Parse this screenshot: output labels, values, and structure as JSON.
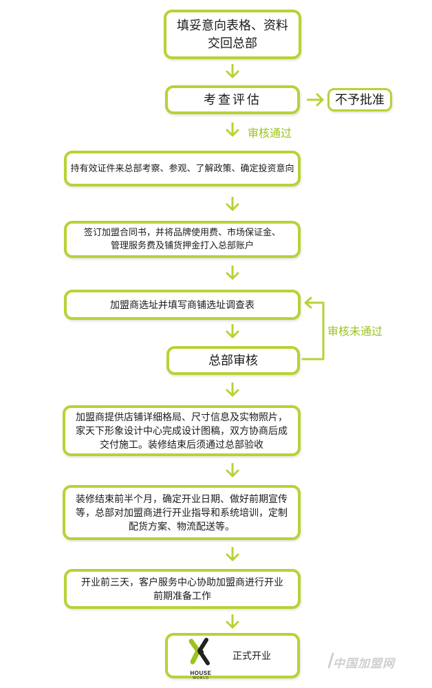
{
  "steps": {
    "s1": {
      "l1": "填妥意向表格、资料",
      "l2": "交回总部"
    },
    "s2": "考查评估",
    "reject": "不予批准",
    "approved": "审核通过",
    "s3": "持有效证件来总部考察、参观、了解政策、确定投资意向",
    "s4": {
      "l1": "签订加盟合同书，并将品牌使用费、市场保证金、",
      "l2": "管理服务费及铺货押金打入总部账户"
    },
    "s5": "加盟商选址并填写商铺选址调查表",
    "not_approved": "审核未通过",
    "s6": "总部审核",
    "s7": {
      "l1": "加盟商提供店铺详细格局、尺寸信息及实物照片，",
      "l2": "家天下形象设计中心完成设计图稿，双方协商后成",
      "l3": "交付施工。装修结束后须通过总部验收"
    },
    "s8": {
      "l1": "装修结束前半个月，确定开业日期、做好前期宣传",
      "l2": "等，总部对加盟商进行开业指导和系统培训，定制",
      "l3": "配货方案、物流配送等。"
    },
    "s9": {
      "l1": "开业前三天，客户服务中心协助加盟商进行开业",
      "l2": "前期准备工作"
    },
    "s10": "正式开业"
  },
  "logo": {
    "l1": "HOUSE",
    "l2": "WORLD"
  },
  "watermark": "中国加盟网",
  "colors": {
    "accent": "#b5d335",
    "label": "#9cc21f"
  }
}
